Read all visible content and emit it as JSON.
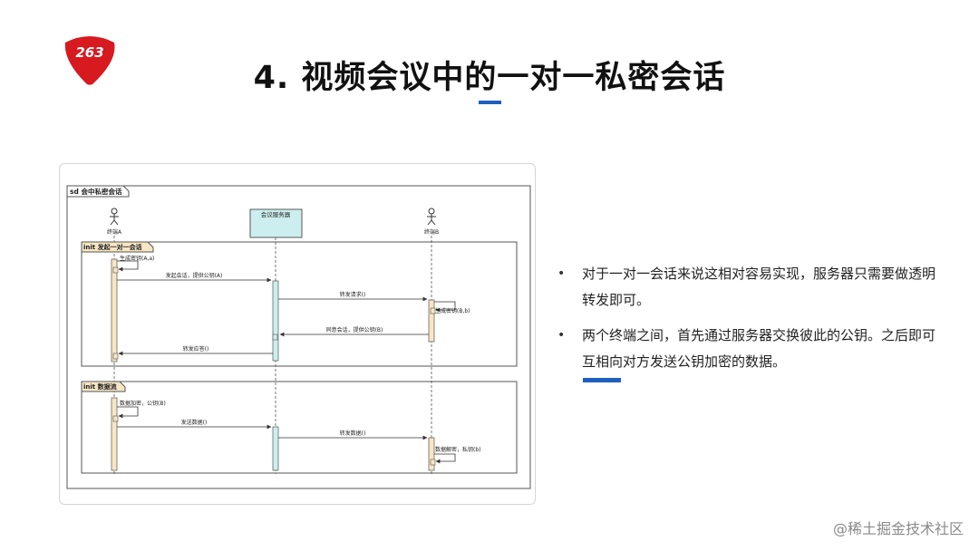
{
  "logo": {
    "text": "263"
  },
  "slide": {
    "title": "4. 视频会议中的一对一私密会话"
  },
  "diagram": {
    "frame_label": "sd 会中私密会话",
    "participants": [
      "终端A",
      "会议服务器",
      "终端B"
    ],
    "fragments": [
      "init 发起一对一会话",
      "init 数据流"
    ],
    "messages": [
      "生成密钥(A,a)",
      "发起会话，提供公钥(A)",
      "转发请求()",
      "生成密钥(B,b)",
      "同意会话，提供公钥(B)",
      "转发应答()",
      "数据加密，公钥(B)",
      "发送数据()",
      "转发数据()",
      "数据解密，私钥(b)"
    ]
  },
  "bullets": [
    "对于一对一会话来说这相对容易实现，服务器只需要做透明转发即可。",
    "两个终端之间，首先通过服务器交换彼此的公钥。之后即可互相向对方发送公钥加密的数据。"
  ],
  "watermark": "@稀土掘金技术社区",
  "colors": {
    "accent": "#1f5fbf",
    "logo_red": "#d71920"
  }
}
